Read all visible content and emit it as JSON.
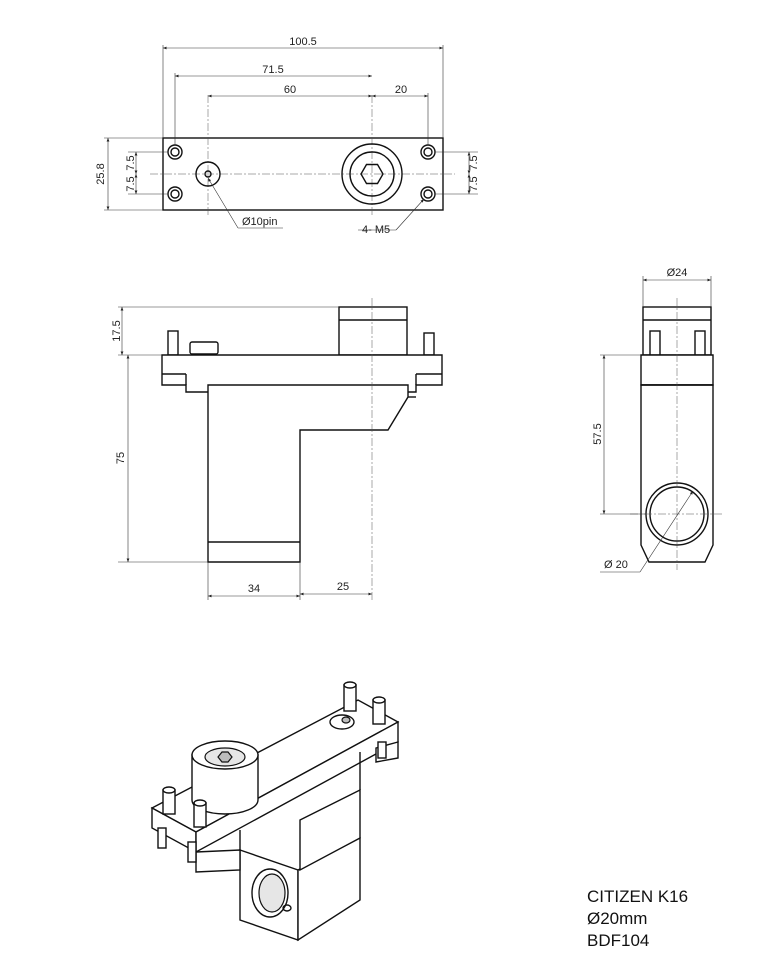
{
  "drawing": {
    "top_view": {
      "dim_overall_length": "100.5",
      "dim_hole_span": "71.5",
      "dim_pin_to_bore": "60",
      "dim_bore_to_hole": "20",
      "dim_height": "25.8",
      "dim_left_upper": "7.5",
      "dim_left_lower": "7.5",
      "dim_right_upper": "7.5",
      "dim_right_lower": "7.5",
      "label_pin": "Ø10pin",
      "label_screws": "4- M5"
    },
    "front_view": {
      "dim_flange": "17.5",
      "dim_body_height": "75",
      "dim_base_width": "34",
      "dim_offset": "25"
    },
    "side_view": {
      "dim_bore_dia": "Ø24",
      "dim_center_height": "57.5",
      "dim_hole_dia": "Ø 20"
    }
  },
  "title_block": {
    "line1": "CITIZEN K16",
    "line2": "Ø20mm",
    "line3": "BDF104"
  }
}
